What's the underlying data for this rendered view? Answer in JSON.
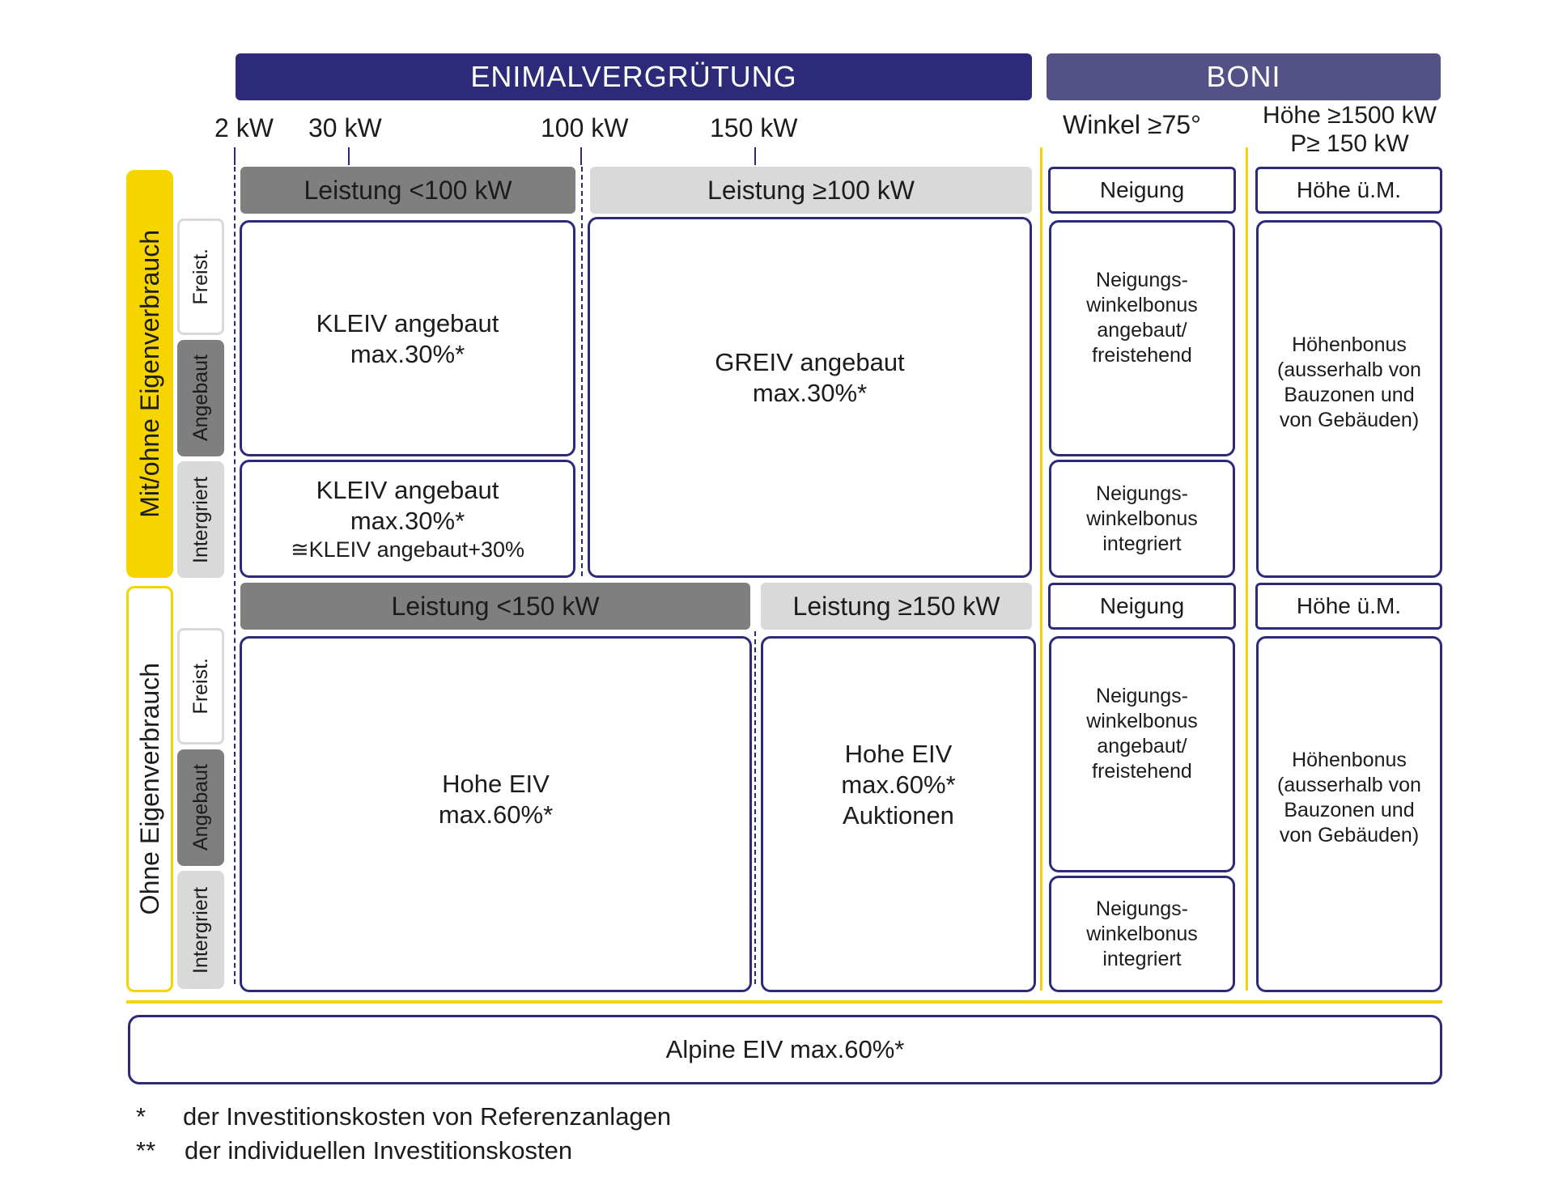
{
  "banners": {
    "main": "ENIMALVERGRÜTUNG",
    "boni": "BONI"
  },
  "axis": {
    "ticks": [
      "2 kW",
      "30 kW",
      "100 kW",
      "150 kW"
    ],
    "winkel": "Winkel ≥75°",
    "hoehe_line1": "Höhe  ≥1500 kW",
    "hoehe_line2": "P≥ 150 kW"
  },
  "side": {
    "upper": "Mit/ohne Eigenverbrauch",
    "lower": "Ohne Eigenverbrauch",
    "freist": "Freist.",
    "angebaut": "Angebaut",
    "integriert": "Intergriert"
  },
  "upper": {
    "hdr_small": "Leistung  <100 kW",
    "hdr_large": "Leistung  ≥100 kW",
    "kleiv_top_l1": "KLEIV angebaut",
    "kleiv_top_l2": "max.30%*",
    "kleiv_bot_l1": "KLEIV angebaut",
    "kleiv_bot_l2": "max.30%*",
    "kleiv_bot_l3": "≅KLEIV angebaut+30%",
    "greiv_l1": "GREIV angebaut",
    "greiv_l2": "max.30%*",
    "neigung_hdr": "Neigung",
    "neigung_top": [
      "Neigungs-",
      "winkelbonus",
      "angebaut/",
      "freistehend"
    ],
    "neigung_bot": [
      "Neigungs-",
      "winkelbonus",
      "integriert"
    ],
    "hoehe_hdr": "Höhe  ü.M.",
    "hoehe_box": [
      "Höhenbonus",
      "(ausserhalb von",
      "Bauzonen und",
      "von Gebäuden)"
    ]
  },
  "lower": {
    "hdr_small": "Leistung  <150 kW",
    "hdr_large": "Leistung  ≥150 kW",
    "hohe_small_l1": "Hohe EIV",
    "hohe_small_l2": "max.60%*",
    "hohe_large_l1": "Hohe EIV",
    "hohe_large_l2": "max.60%*",
    "hohe_large_l3": "Auktionen",
    "neigung_hdr": "Neigung",
    "neigung_top": [
      "Neigungs-",
      "winkelbonus",
      "angebaut/",
      "freistehend"
    ],
    "neigung_bot": [
      "Neigungs-",
      "winkelbonus",
      "integriert"
    ],
    "hoehe_hdr": "Höhe  ü.M.",
    "hoehe_box": [
      "Höhenbonus",
      "(ausserhalb von",
      "Bauzonen und",
      "von Gebäuden)"
    ]
  },
  "alpine": "Alpine EIV max.60%*",
  "footnotes": [
    {
      "mark": "*",
      "text": "der Investitionskosten von Referenzanlagen"
    },
    {
      "mark": "**",
      "text": "der individuellen Investitionskosten"
    }
  ],
  "colors": {
    "main_banner": "#2e2a7a",
    "boni_banner": "#545187",
    "accent_yellow": "#f5d400",
    "box_border": "#2e2a7a",
    "dark_gray": "#7f7f7f",
    "light_gray": "#d9d9d9"
  }
}
